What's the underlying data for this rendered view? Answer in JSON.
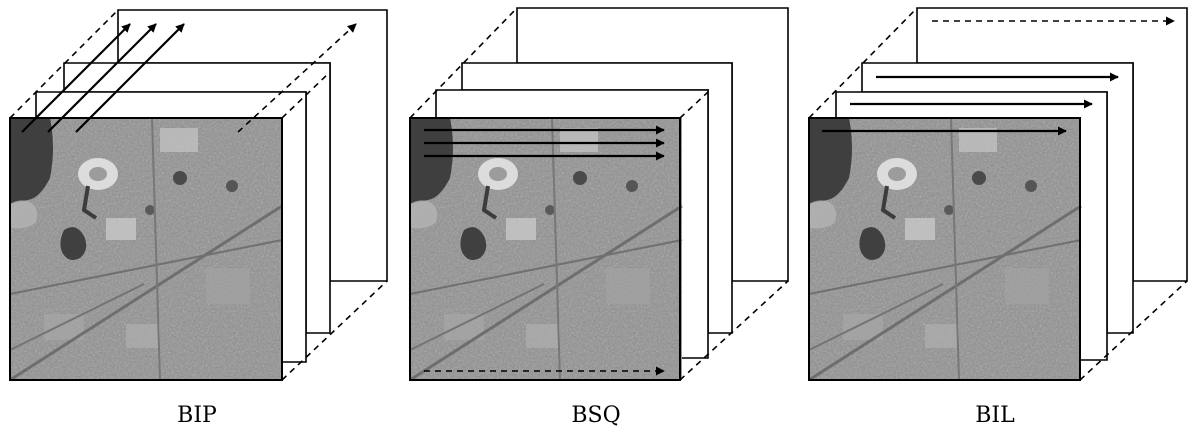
{
  "labels": {
    "bip": "BIP",
    "bsq": "BSQ",
    "bil": "BIL"
  },
  "colors": {
    "stroke": "#000000",
    "panel_fill": "#ffffff",
    "image_base": "#8f8f8f",
    "water": "#3f3f3f"
  }
}
